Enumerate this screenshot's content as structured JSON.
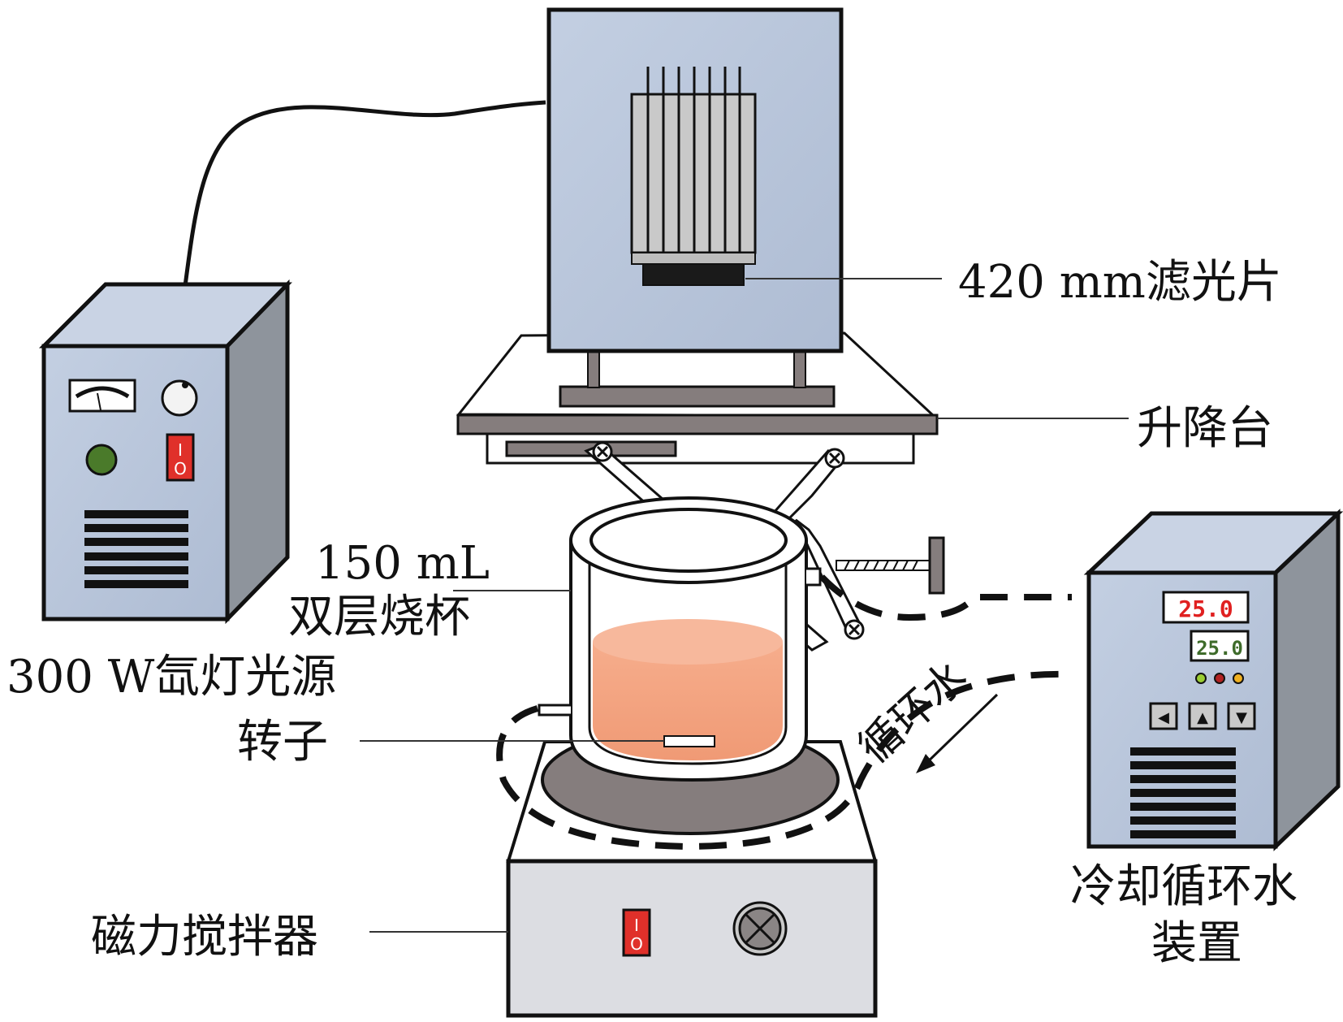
{
  "title": "Photocatalytic reaction apparatus schematic",
  "labels": {
    "filter": "420 mm滤光片",
    "lift_table": "升降台",
    "beaker_volume": "150 mL",
    "beaker_name": "双层烧杯",
    "light_source": "300 W氙灯光源",
    "stir_bar": "转子",
    "circulating_water": "循环水",
    "cooling_line1": "冷却循环水",
    "cooling_line2": "装置",
    "stirrer": "磁力搅拌器"
  },
  "cooling_unit": {
    "display_set": "25.0",
    "display_actual": "25.0",
    "buttons": [
      "◀",
      "▲",
      "▼"
    ],
    "indicator_colors": [
      "#9acd32",
      "#b22222",
      "#f0b020"
    ]
  },
  "light_source_unit": {
    "switch_on": "I",
    "switch_off": "O",
    "indicator_color": "#4a7a2a"
  },
  "stirrer_unit": {
    "switch_on": "I",
    "switch_off": "O"
  },
  "colors": {
    "device_blue": "#b7c4d9",
    "device_side": "#8a9099",
    "platform_gray": "#857d7d",
    "liquid": "#f2a07e",
    "liquid_top": "#f7b89c",
    "display_red": "#e02020",
    "display_green": "#3e6b2a",
    "switch_red": "#e0302a",
    "stirrer_body": "#dcdde2"
  }
}
